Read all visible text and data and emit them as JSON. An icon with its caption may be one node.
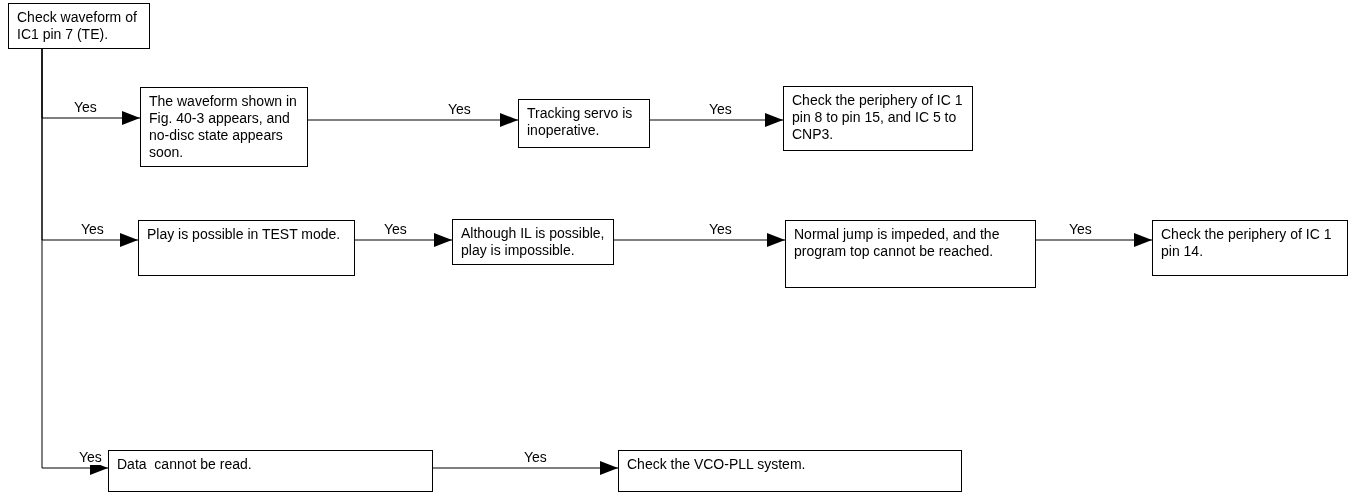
{
  "diagram": {
    "nodes": [
      {
        "text": [
          "Check waveform of IC1 pin 7 (TE)."
        ]
      },
      {
        "text": [
          "The waveform shown in Fig. 40-3 appears, and no-disc state appears soon."
        ]
      },
      {
        "text": [
          "Tracking servo is inoperative."
        ]
      },
      {
        "text": [
          "Check the periphery of IC 1 pin 8 to pin 15, and IC 5 to CNP3."
        ]
      },
      {
        "text": [
          "Play is possible in TEST mode."
        ]
      },
      {
        "text": [
          "Although IL is possible, play is impossible."
        ]
      },
      {
        "text": [
          "Normal jump is impeded, and the program top cannot be reached."
        ]
      },
      {
        "text": [
          "Check the periphery of IC 1 pin 14."
        ]
      },
      {
        "text": [
          "Data  cannot be read."
        ]
      },
      {
        "text": [
          "Check the VCO-PLL system."
        ]
      }
    ],
    "edges": [
      {
        "from": 0,
        "to": 1,
        "arrow": "to",
        "label": "Yes"
      },
      {
        "from": 1,
        "to": 2,
        "arrow": "to",
        "label": "Yes"
      },
      {
        "from": 2,
        "to": 3,
        "arrow": "to",
        "label": "Yes"
      },
      {
        "from": 0,
        "to": 4,
        "arrow": "to",
        "label": "Yes"
      },
      {
        "from": 4,
        "to": 5,
        "arrow": "to",
        "label": "Yes"
      },
      {
        "from": 5,
        "to": 6,
        "arrow": "to",
        "label": "Yes"
      },
      {
        "from": 6,
        "to": 7,
        "arrow": "to",
        "label": "Yes"
      },
      {
        "from": 0,
        "to": 8,
        "arrow": "to",
        "label": "Yes"
      },
      {
        "from": 8,
        "to": 9,
        "arrow": "to",
        "label": "Yes"
      }
    ]
  }
}
